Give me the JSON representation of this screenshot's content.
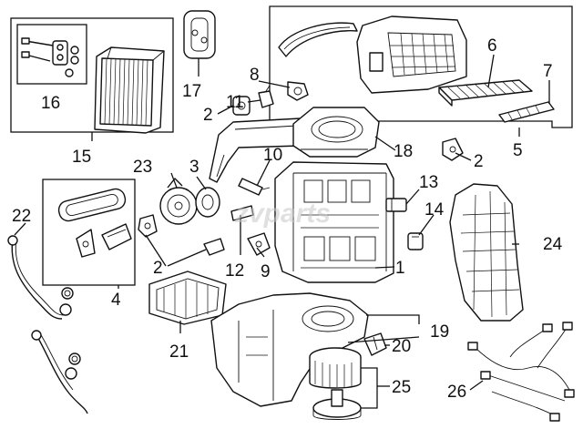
{
  "watermark": "zvparts",
  "callouts": {
    "c1": "1",
    "c2": "2",
    "c3": "3",
    "c4": "4",
    "c5": "5",
    "c6": "6",
    "c7": "7",
    "c8": "8",
    "c9": "9",
    "c10": "10",
    "c11": "11",
    "c12": "12",
    "c13": "13",
    "c14": "14",
    "c15": "15",
    "c16": "16",
    "c17": "17",
    "c18": "18",
    "c19": "19",
    "c20": "20",
    "c21": "21",
    "c22": "22",
    "c23": "23",
    "c24": "24",
    "c25": "25",
    "c26": "26"
  }
}
